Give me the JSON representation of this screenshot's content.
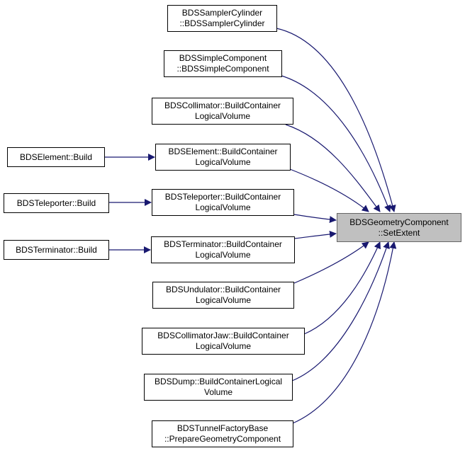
{
  "diagram": {
    "target": "BDSGeometryComponent\n::SetExtent",
    "nodes": {
      "sampler_cylinder": "BDSSamplerCylinder\n::BDSSamplerCylinder",
      "simple_component": "BDSSimpleComponent\n::BDSSimpleComponent",
      "collimator_build": "BDSCollimator::BuildContainer\nLogicalVolume",
      "element_bclv": "BDSElement::BuildContainer\nLogicalVolume",
      "teleporter_bclv": "BDSTeleporter::BuildContainer\nLogicalVolume",
      "terminator_bclv": "BDSTerminator::BuildContainer\nLogicalVolume",
      "undulator_bclv": "BDSUndulator::BuildContainer\nLogicalVolume",
      "collimatorjaw_bclv": "BDSCollimatorJaw::BuildContainer\nLogicalVolume",
      "dump_bclv": "BDSDump::BuildContainerLogical\nVolume",
      "tunnel_factory": "BDSTunnelFactoryBase\n::PrepareGeometryComponent",
      "element_build": "BDSElement::Build",
      "teleporter_build": "BDSTeleporter::Build",
      "terminator_build": "BDSTerminator::Build"
    },
    "edge_color": "#191970"
  }
}
